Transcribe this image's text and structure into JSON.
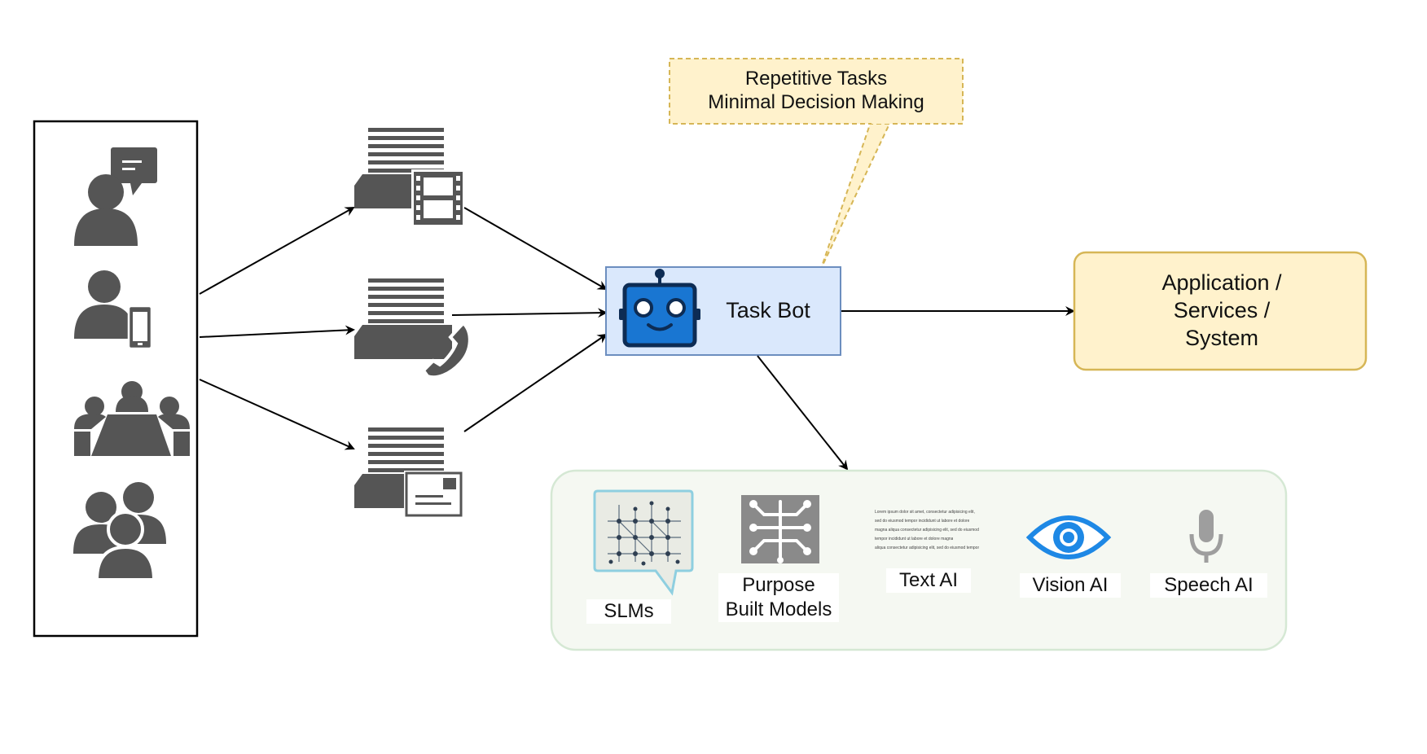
{
  "note": {
    "line1": "Repetitive Tasks",
    "line2": "Minimal Decision Making"
  },
  "task_bot": {
    "label": "Task Bot"
  },
  "application": {
    "line1": "Application /",
    "line2": "Services /",
    "line3": "System"
  },
  "tools": [
    {
      "label": "SLMs",
      "icon": "slm-network-icon"
    },
    {
      "label_line1": "Purpose",
      "label_line2": "Built Models",
      "icon": "circuit-brain-icon"
    },
    {
      "label": "Text AI",
      "icon": "text-document-icon",
      "lorem": [
        "Lorem ipsum dolor sit amet, consectetur adipisicing elit,",
        "sed do eiusmod tempor incididunt ut labore et dolore",
        "magna aliqua consectetur adipisicing elit, sed do eiusmod",
        "tempor incididunt ut labore et dolore magna",
        "aliqua consectetur adipisicing elit, sed do eiusmod tempor"
      ]
    },
    {
      "label": "Vision AI",
      "icon": "eye-icon"
    },
    {
      "label": "Speech AI",
      "icon": "microphone-icon"
    }
  ],
  "colors": {
    "icon_gray": "#555555",
    "note_fill": "#fff2cc",
    "note_border": "#d6b656",
    "bot_fill": "#dae8fc",
    "bot_border": "#6c8ebf",
    "robot_blue": "#1976d2",
    "robot_navy": "#0d2c54",
    "app_fill": "#fff2cc",
    "app_border": "#d6b656",
    "panel_fill": "#f5f8f2",
    "panel_border": "#d5e8d4",
    "eye_blue": "#1e88e5",
    "mic_gray": "#9e9e9e"
  }
}
